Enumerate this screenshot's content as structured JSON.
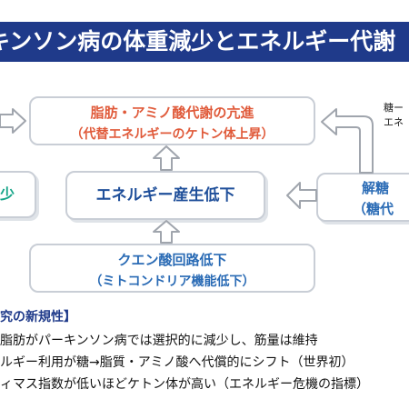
{
  "title": "キンソン病の体重減少とエネルギー代謝",
  "boxes": {
    "lipid_amino": {
      "line1": "脂肪・アミノ酸代謝の亢進",
      "line2": "（代替エネルギーのケトン体上昇）"
    },
    "energy_production": {
      "line1": "エネルギー産生低下"
    },
    "tca": {
      "line1": "クエン酸回路低下",
      "line2": "（ミトコンドリア機能低下）"
    },
    "glycolysis": {
      "line1": "解糖",
      "line2": "（糖代"
    },
    "left_partial": {
      "line1": "少"
    }
  },
  "side_note": {
    "line1": "糖ー",
    "line2": "エネ"
  },
  "novelty": {
    "heading": "究の新規性】",
    "bullets": [
      "脂肪がパーキンソン病では選択的に減少し、筋量は維持",
      "ルギー利用が糖→脂質・アミノ酸へ代償的にシフト（世界初）",
      "ィマス指数が低いほどケトン体が高い（エネルギー危機の指標）"
    ]
  }
}
